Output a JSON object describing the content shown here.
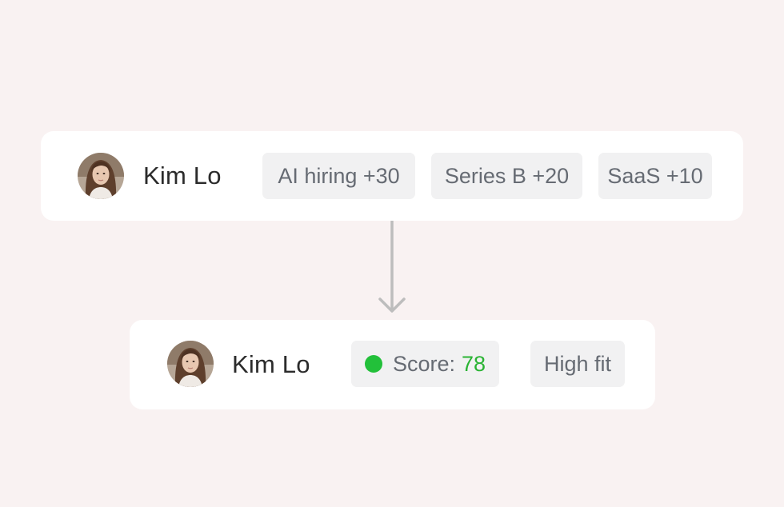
{
  "colors": {
    "background": "#f9f2f2",
    "card": "#ffffff",
    "chip_background": "#f1f1f2",
    "chip_text": "#666b73",
    "name_text": "#2b2b2b",
    "connector": "#bdbdbd",
    "score_accent": "#29b333",
    "status_dot": "#22c03a"
  },
  "before_card": {
    "avatar_icon": "person-photo-icon",
    "name": "Kim Lo",
    "signals": [
      {
        "label": "AI hiring +30"
      },
      {
        "label": "Series B +20"
      },
      {
        "label": "SaaS +10"
      }
    ]
  },
  "connector": {
    "icon": "arrow-down-icon"
  },
  "after_card": {
    "avatar_icon": "person-photo-icon",
    "name": "Kim Lo",
    "score": {
      "label": "Score:",
      "value": "78",
      "status_icon": "green-dot-icon"
    },
    "fit_label": "High fit"
  }
}
